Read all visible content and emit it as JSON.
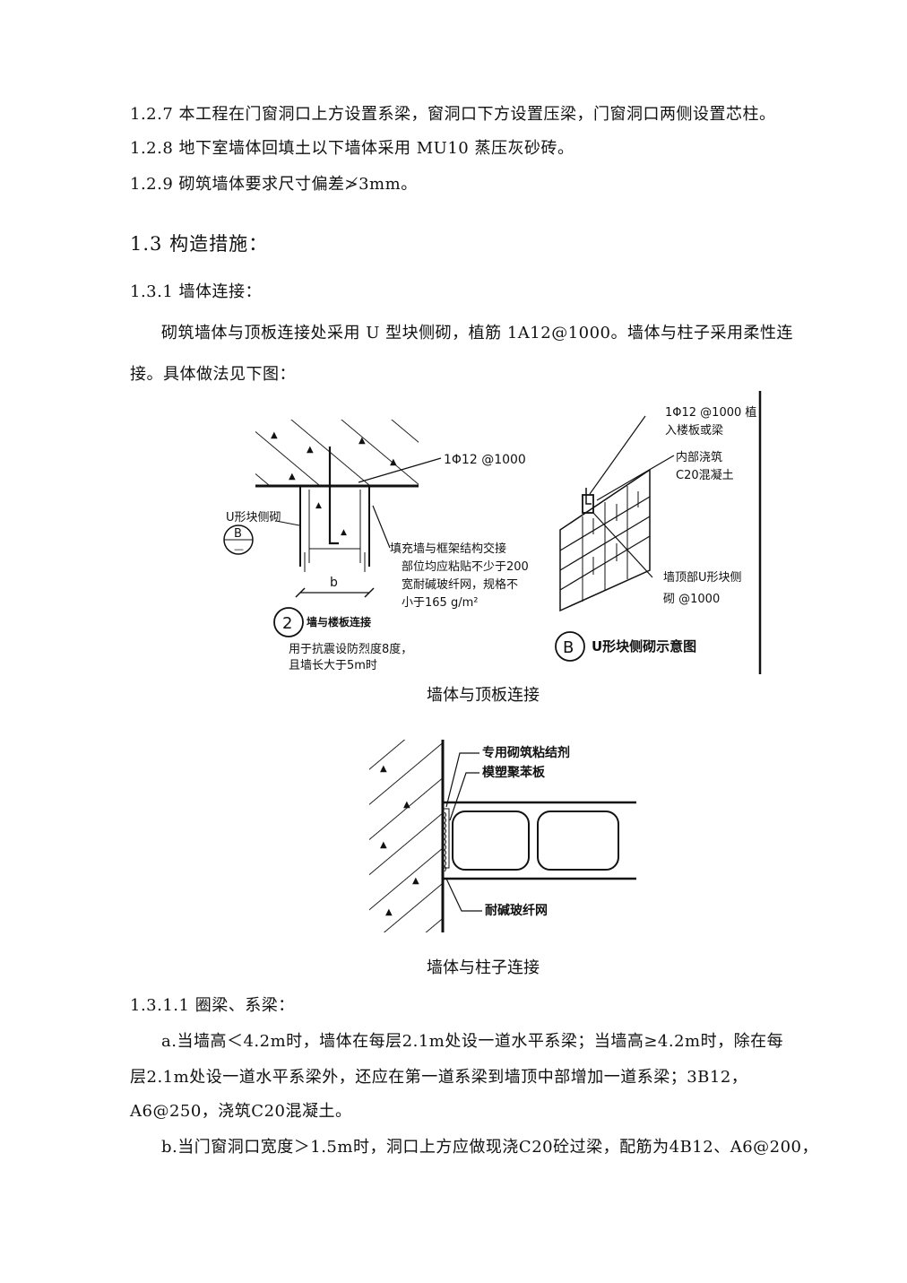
{
  "para_127": "1.2.7 本工程在门窗洞口上方设置系梁，窗洞口下方设置压梁，门窗洞口两侧设置芯柱。",
  "para_128": "1.2.8 地下室墙体回填土以下墙体采用 MU10 蒸压灰砂砖。",
  "para_129": "1.2.9 砌筑墙体要求尺寸偏差≯3mm。",
  "heading_13": "1.3  构造措施：",
  "heading_131": "1.3.1 墙体连接：",
  "body_131_line1": "砌筑墙体与顶板连接处采用 U 型块侧砌，植筋 1A12@1000。墙体与柱子采用柔性连",
  "body_131_line2": "接。具体做法见下图：",
  "figure1": {
    "label_rebar": "1Φ12 @1000",
    "label_u_block": "U形块侧砌",
    "detail_ref_letter": "B",
    "detail_ref_sub": "—",
    "note_line1": "填充墙与框架结构交接",
    "note_line2": "部位均应粘贴不少于200",
    "note_line3": "宽耐碱玻纤网，规格不",
    "note_line4": "小于165 g/m²",
    "dim_b": "b",
    "detail_num": "2",
    "detail_title": "墙与楼板连接",
    "cond_line1": "用于抗震设防烈度8度，",
    "cond_line2": "且墙长大于5m时",
    "r_label_rebar1": "1Φ12 @1000 植",
    "r_label_rebar2": "入楼板或梁",
    "r_label_pour1": "内部浇筑",
    "r_label_pour2": "C20混凝土",
    "r_label_top1": "墙顶部U形块侧",
    "r_label_top2": "砌 @1000",
    "r_ref_letter": "B",
    "r_title": "U形块侧砌示意图"
  },
  "caption1": "墙体与顶板连接",
  "figure2": {
    "label_adhesive": "专用砌筑粘结剂",
    "label_eps": "模塑聚苯板",
    "label_mesh": "耐碱玻纤网"
  },
  "caption2": "墙体与柱子连接",
  "heading_1311": "1.3.1.1 圈梁、系梁：",
  "para_a_line1": "a.当墙高＜4.2m时，墙体在每层2.1m处设一道水平系梁；当墙高≥4.2m时，除在每",
  "para_a_line2": "层2.1m处设一道水平系梁外，还应在第一道系梁到墙顶中部增加一道系梁；3B12，",
  "para_a_line3": "A6@250，浇筑C20混凝土。",
  "para_b_line1": "b.当门窗洞口宽度＞1.5m时，洞口上方应做现浇C20砼过梁，配筋为4B12、A6@200，"
}
